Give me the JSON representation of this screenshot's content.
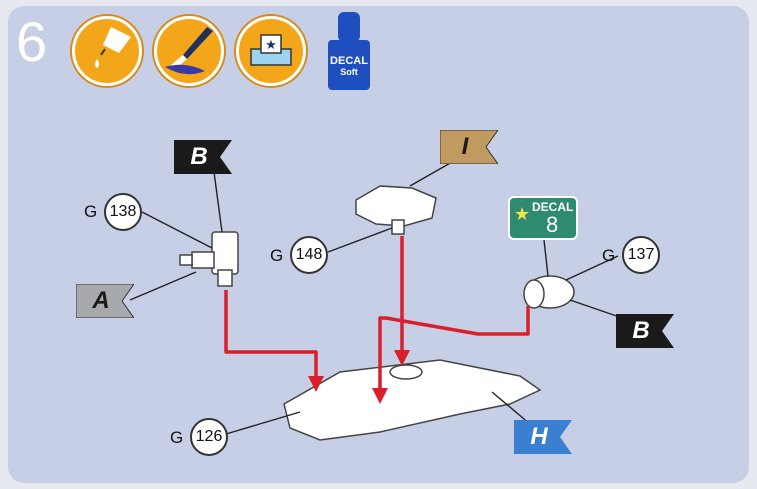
{
  "step": {
    "number": "6"
  },
  "tools": {
    "icons": [
      "glue-drop-icon",
      "paint-brush-icon",
      "decal-water-icon"
    ],
    "decal_bottle": {
      "line1": "DECAL",
      "line2": "Soft"
    }
  },
  "parts": [
    {
      "sprue": "G",
      "number": "138"
    },
    {
      "sprue": "G",
      "number": "148"
    },
    {
      "sprue": "G",
      "number": "137"
    },
    {
      "sprue": "G",
      "number": "126"
    }
  ],
  "flags": [
    {
      "letter": "B",
      "color": "#1a1a1a",
      "text_color": "#ffffff"
    },
    {
      "letter": "I",
      "color": "#c09a5e",
      "text_color": "#1a1a1a"
    },
    {
      "letter": "A",
      "color": "#a7a9ad",
      "text_color": "#1a1a1a"
    },
    {
      "letter": "B",
      "color": "#1a1a1a",
      "text_color": "#ffffff"
    },
    {
      "letter": "H",
      "color": "#3b7fd1",
      "text_color": "#ffffff"
    }
  ],
  "decal": {
    "label": "DECAL",
    "number": "8"
  },
  "colors": {
    "arrow": "#d9202a",
    "panel": "#c7cfe6",
    "tool_orange": "#f3a61a"
  }
}
